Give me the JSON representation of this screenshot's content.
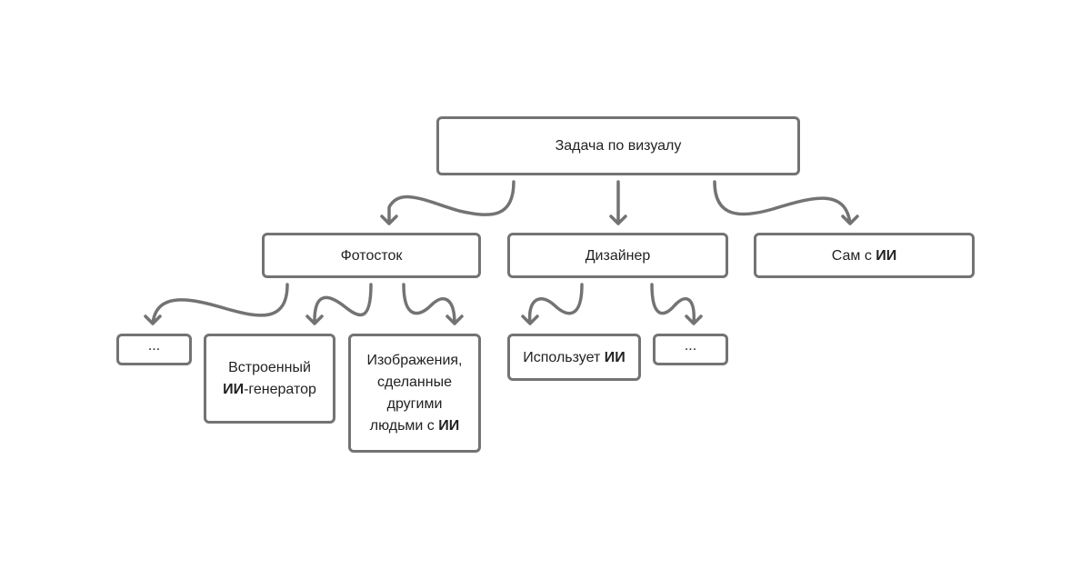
{
  "diagram": {
    "type": "tree",
    "root": {
      "id": "task",
      "label": "Задача по визуалу"
    },
    "level1": [
      {
        "id": "photostock",
        "label": "Фотосток",
        "parent": "task"
      },
      {
        "id": "designer",
        "label": "Дизайнер",
        "parent": "task"
      },
      {
        "id": "self-ai",
        "label_pre": "Сам с ",
        "label_bold": "ИИ",
        "parent": "task"
      }
    ],
    "level2": [
      {
        "id": "photostock-other",
        "label": "...",
        "parent": "photostock"
      },
      {
        "id": "builtin-generator",
        "line1": "Встроенный",
        "line2_bold": "ИИ",
        "line2_rest": "-генератор",
        "parent": "photostock"
      },
      {
        "id": "images-by-others",
        "lines": [
          "Изображения,",
          "сделанные",
          "другими"
        ],
        "last_pre": "людьми с ",
        "last_bold": "ИИ",
        "parent": "photostock"
      },
      {
        "id": "designer-uses-ai",
        "label_pre": "Использует ",
        "label_bold": "ИИ",
        "parent": "designer"
      },
      {
        "id": "designer-other",
        "label": "...",
        "parent": "designer"
      }
    ],
    "edges": [
      [
        "task",
        "photostock"
      ],
      [
        "task",
        "designer"
      ],
      [
        "task",
        "self-ai"
      ],
      [
        "photostock",
        "photostock-other"
      ],
      [
        "photostock",
        "builtin-generator"
      ],
      [
        "photostock",
        "images-by-others"
      ],
      [
        "designer",
        "designer-uses-ai"
      ],
      [
        "designer",
        "designer-other"
      ]
    ],
    "colors": {
      "stroke": "#737373",
      "text": "#222222",
      "background": "#ffffff"
    }
  }
}
